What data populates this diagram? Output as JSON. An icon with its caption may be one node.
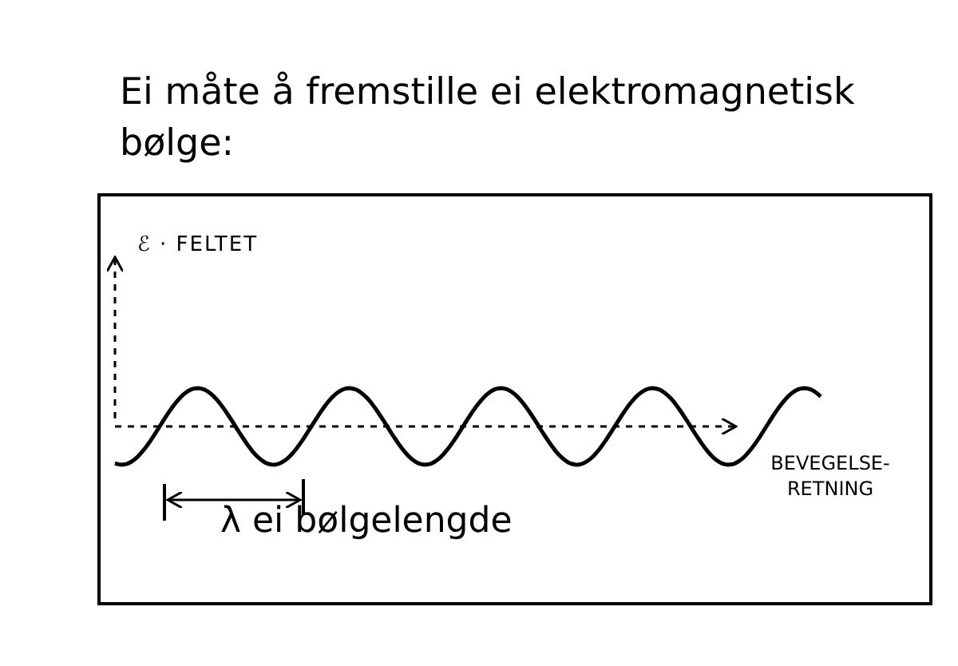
{
  "diagram": {
    "title": "Ei måte å fremstille ei elektromagnetisk bølge:",
    "labels": [
      "ℰ · FELTET",
      "BEVEGELSE-RETNING",
      "λ ei bølgelengde"
    ]
  }
}
